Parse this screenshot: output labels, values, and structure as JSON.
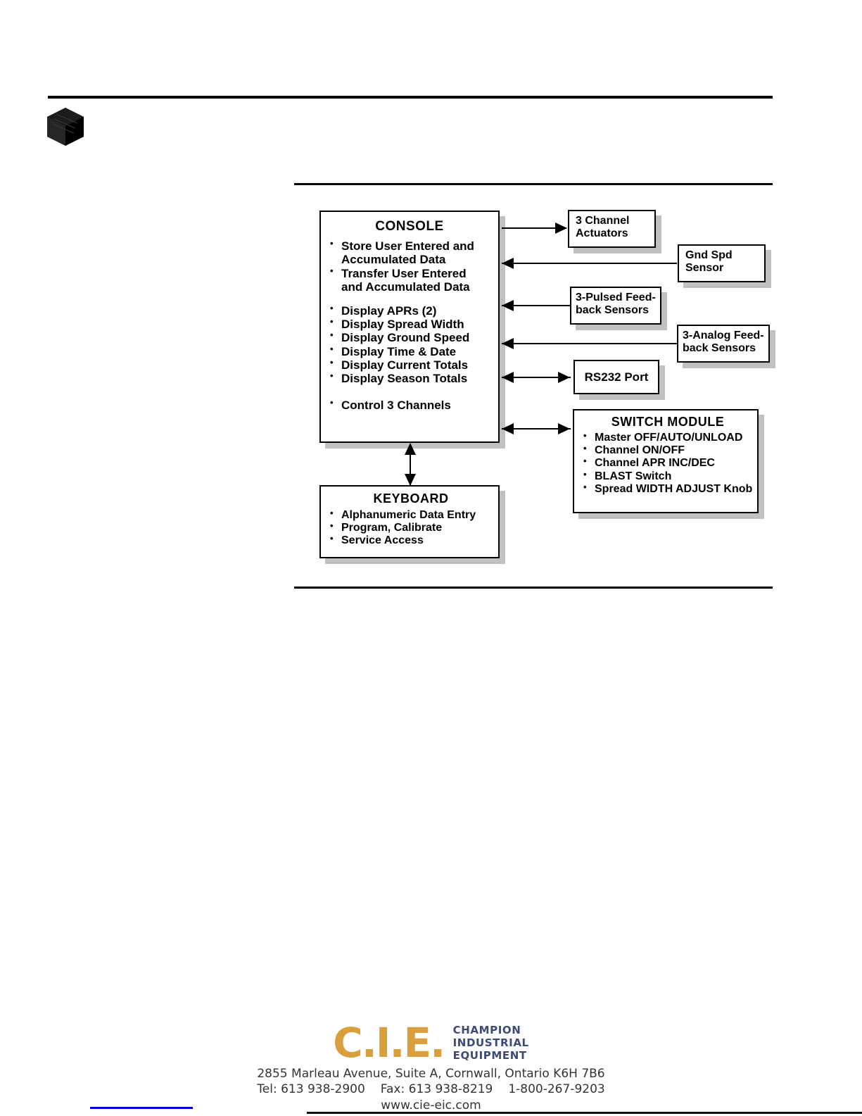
{
  "page": {
    "background_color": "#ffffff",
    "header_mark": "hexagon-cube-mark"
  },
  "diagram": {
    "title_hidden": "",
    "boxes": [
      {
        "id": "console",
        "name": "CONSOLE",
        "items": [
          "Store User Entered and Accumulated Data",
          "Transfer User Entered and Accumulated Data",
          "Display APRs (2)",
          "Display Spread Width",
          "Display Ground Speed",
          "Display Time & Date",
          "Display Current Totals",
          "Display Season Totals",
          "Control 3 Channels"
        ]
      },
      {
        "id": "actuators",
        "lines": [
          "3 Channel",
          "Actuators"
        ]
      },
      {
        "id": "gnd-spd-sensor",
        "lines": [
          "Gnd Spd",
          "Sensor"
        ]
      },
      {
        "id": "pulsed-feedback-sensors",
        "lines": [
          "3-Pulsed Feed-",
          "back Sensors"
        ]
      },
      {
        "id": "analog-feedback-sensors",
        "lines": [
          "3-Analog Feed-",
          "back Sensors"
        ]
      },
      {
        "id": "rs232-port",
        "lines": [
          "RS232 Port"
        ]
      },
      {
        "id": "switch-module",
        "name": "SWITCH MODULE",
        "items": [
          "Master OFF/AUTO/UNLOAD",
          "Channel ON/OFF",
          "Channel APR INC/DEC",
          "BLAST Switch",
          "Spread WIDTH ADJUST Knob"
        ]
      },
      {
        "id": "keyboard",
        "name": "KEYBOARD",
        "items": [
          "Alphanumeric Data Entry",
          "Program, Calibrate",
          "Service Access"
        ]
      }
    ]
  },
  "footer": {
    "logo_initials": "C.I.E.",
    "logo_line1": "CHAMPION",
    "logo_line2": "INDUSTRIAL",
    "logo_line3": "EQUIPMENT",
    "address": "2855 Marleau Avenue, Suite A, Cornwall, Ontario K6H 7B6",
    "tel": "Tel: 613 938-2900",
    "fax": "Fax: 613 938-8219",
    "toll_free": "1-800-267-9203",
    "website": "www.cie-eic.com",
    "logo_color": "#d99f3c",
    "words_color": "#3b4a77"
  }
}
